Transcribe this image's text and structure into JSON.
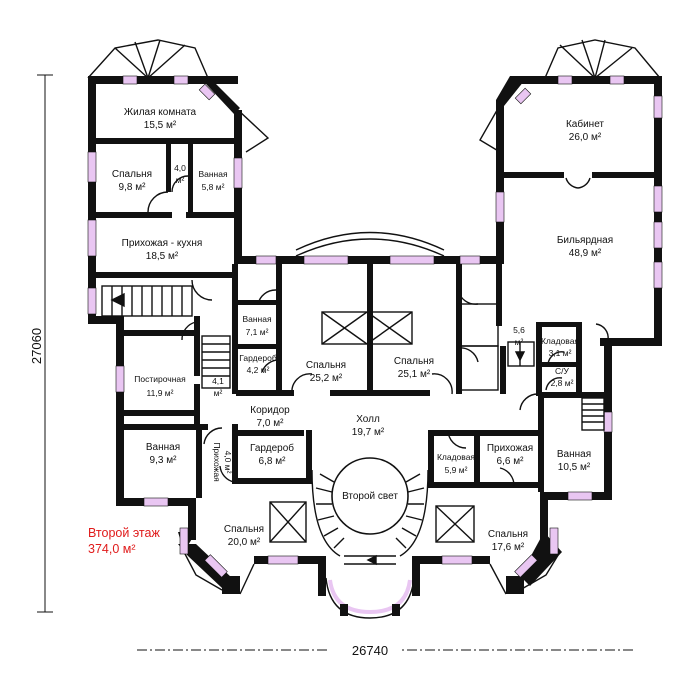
{
  "dimensions": {
    "width": "26740",
    "height": "27060"
  },
  "floor": {
    "title": "Второй этаж",
    "area": "374,0 м²"
  },
  "rooms": {
    "living": {
      "name": "Жилая комната",
      "area": "15,5 м²"
    },
    "bed_nw": {
      "name": "Спальня",
      "area": "9,8 м²"
    },
    "small_nw": {
      "name": "4,0",
      "area": "м²"
    },
    "bath_nw": {
      "name": "Ванная",
      "area": "5,8 м²"
    },
    "hall_kitchen": {
      "name": "Прихожая - кухня",
      "area": "18,5 м²"
    },
    "linen": {
      "name": "Постирочная",
      "area": "11,9 м²"
    },
    "bath_w": {
      "name": "Ванная",
      "area": "7,1 м²"
    },
    "wardrobe_w": {
      "name": "Гардероб",
      "area": "4,2 м²"
    },
    "small_41": {
      "name": "4,1",
      "area": "м²"
    },
    "bed_c1": {
      "name": "Спальня",
      "area": "25,2 м²"
    },
    "bed_c2": {
      "name": "Спальня",
      "area": "25,1 м²"
    },
    "corridor": {
      "name": "Коридор",
      "area": "7,0 м²"
    },
    "hall": {
      "name": "Холл",
      "area": "19,7 м²"
    },
    "bath_sw": {
      "name": "Ванная",
      "area": "9,3 м²"
    },
    "entry_sw": {
      "name": "Прихожая",
      "area": "4,0 м²"
    },
    "wardrobe_sw": {
      "name": "Гардероб",
      "area": "6,8 м²"
    },
    "second_light": {
      "name": "Второй свет"
    },
    "bed_sw": {
      "name": "Спальня",
      "area": "20,0 м²"
    },
    "pantry_s": {
      "name": "Кладовая",
      "area": "5,9 м²"
    },
    "entry_se": {
      "name": "Прихожая",
      "area": "6,6 м²"
    },
    "bath_e": {
      "name": "Ванная",
      "area": "10,5 м²"
    },
    "bed_se": {
      "name": "Спальня",
      "area": "17,6 м²"
    },
    "study": {
      "name": "Кабинет",
      "area": "26,0 м²"
    },
    "billiard": {
      "name": "Бильярдная",
      "area": "48,9 м²"
    },
    "small_56": {
      "name": "5,6",
      "area": "м²"
    },
    "pantry_e": {
      "name": "Кладовая",
      "area": "3,1 м²"
    },
    "wc": {
      "name": "С/У",
      "area": "2,8 м²"
    }
  }
}
